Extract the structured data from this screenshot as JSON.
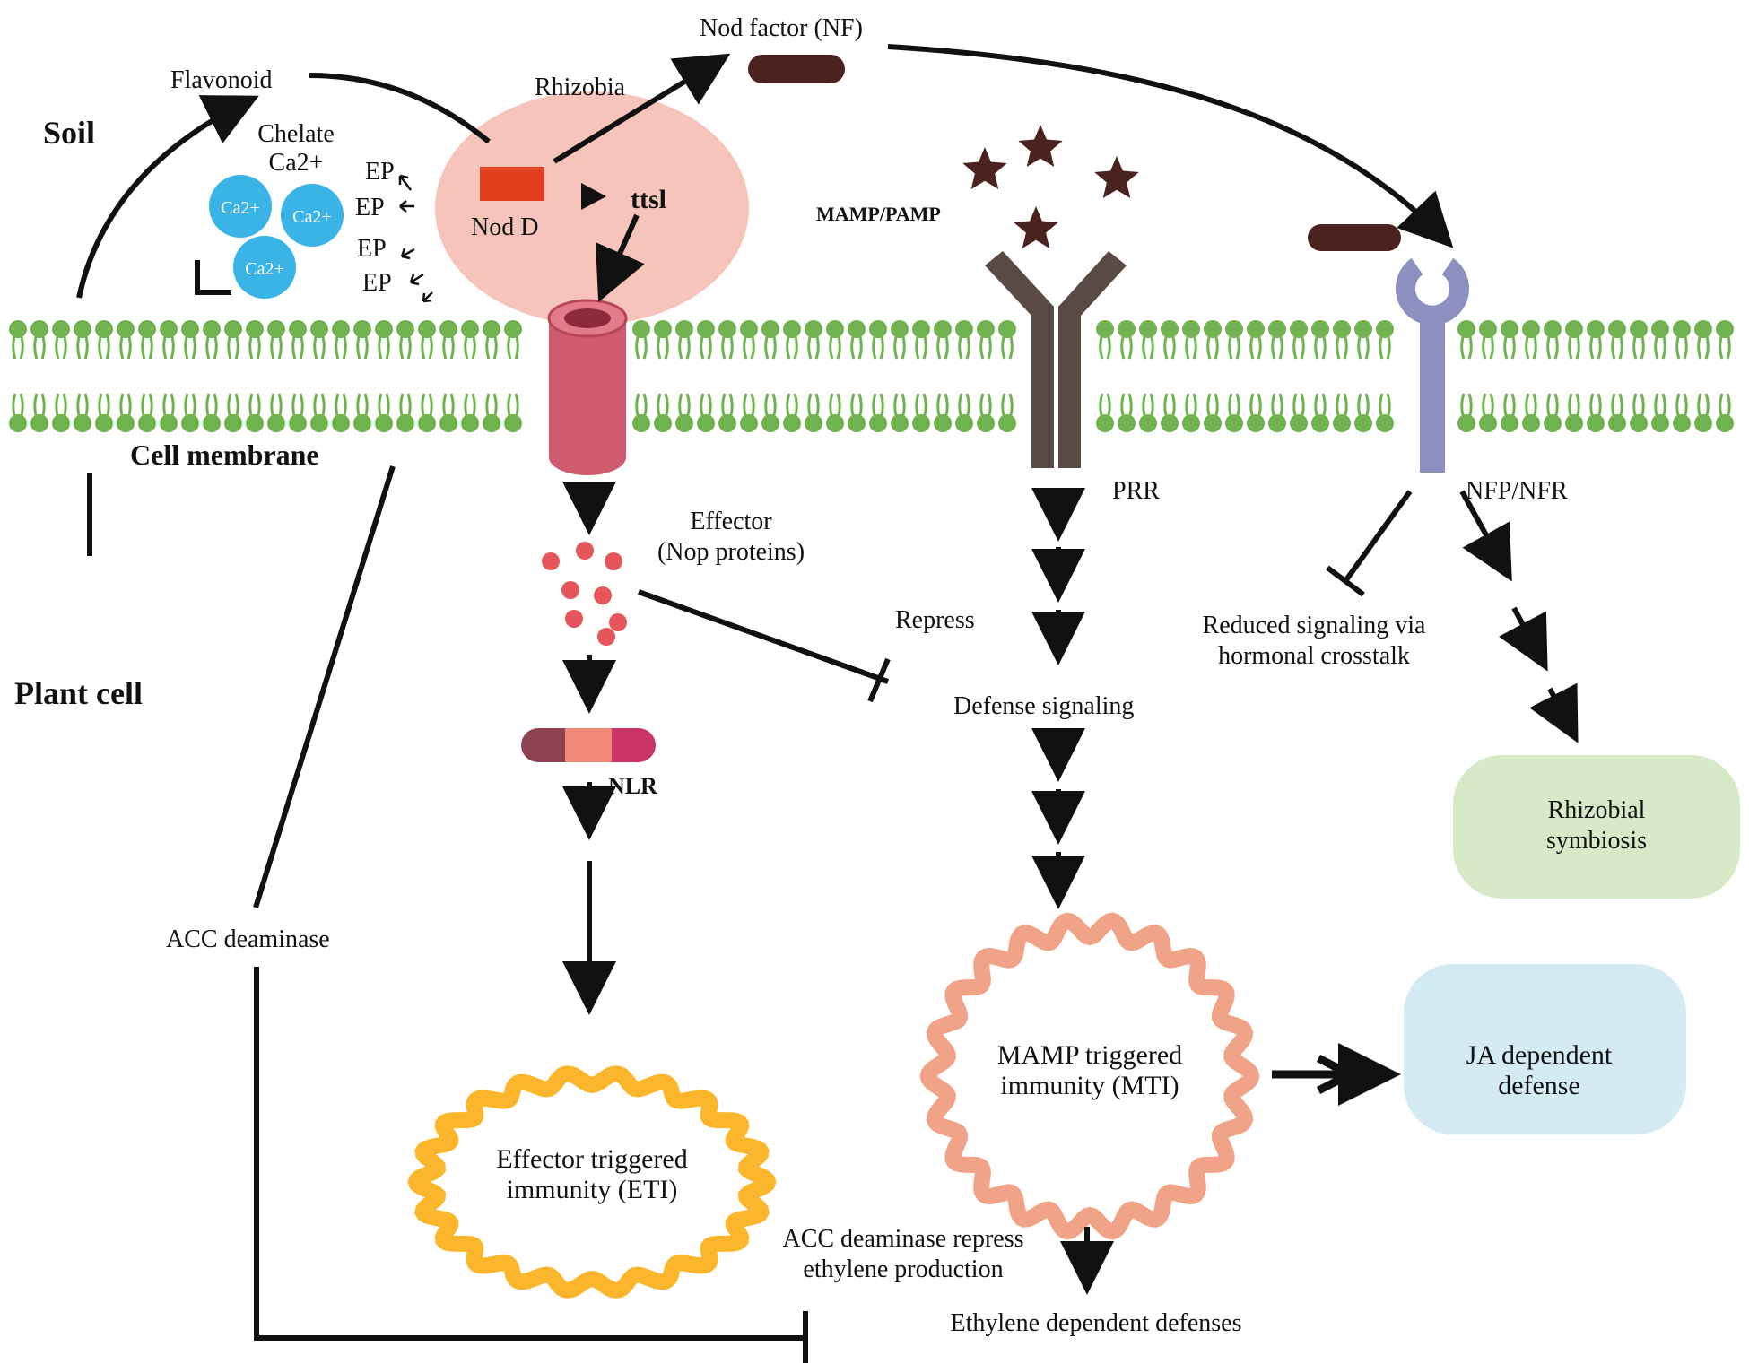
{
  "labels": {
    "soil": "Soil",
    "plant_cell": "Plant cell",
    "cell_membrane": "Cell membrane",
    "flavonoid": "Flavonoid",
    "chelate_line1": "Chelate",
    "chelate_line2": "Ca2+",
    "ca_ion": "Ca2+",
    "ep": "EP",
    "rhizobia": "Rhizobia",
    "nod_d": "Nod D",
    "ttsl": "ttsl",
    "nod_factor": "Nod factor (NF)",
    "mamp_pamp": "MAMP/PAMP",
    "prr": "PRR",
    "nfp_nfr": "NFP/NFR",
    "effector_line1": "Effector",
    "effector_line2": "(Nop proteins)",
    "repress": "Repress",
    "nlr": "NLR",
    "defense_signaling": "Defense signaling",
    "reduced_line1": "Reduced signaling via",
    "reduced_line2": "hormonal crosstalk",
    "symbiosis_line1": "Rhizobial",
    "symbiosis_line2": "symbiosis",
    "acc_deaminase": "ACC deaminase",
    "mti_line1": "MAMP triggered",
    "mti_line2": "immunity (MTI)",
    "ja_line1": "JA dependent",
    "ja_line2": "defense",
    "eti_line1": "Effector triggered",
    "eti_line2": "immunity (ETI)",
    "acc_repress_line1": "ACC deaminase repress",
    "acc_repress_line2": "ethylene production",
    "ethylene": "Ethylene dependent defenses"
  },
  "colors": {
    "membrane": "#6fb24f",
    "calcium": "#3ab4e6",
    "rhizobia": "#f6c4bb",
    "nod_d": "#e2401f",
    "channel": "#d05a6e",
    "nod_factor": "#4a2220",
    "star": "#4a2220",
    "prr": "#5a4a45",
    "nfr": "#8c8fbf",
    "effector": "#e6555a",
    "nlr_1": "#8e4150",
    "nlr_2": "#ef8877",
    "nlr_3": "#c93568",
    "mti_outline": "#f0a386",
    "eti_outline": "#fbb62c",
    "symbiosis": "#d7e9c7",
    "ja": "#d4ebf4"
  }
}
